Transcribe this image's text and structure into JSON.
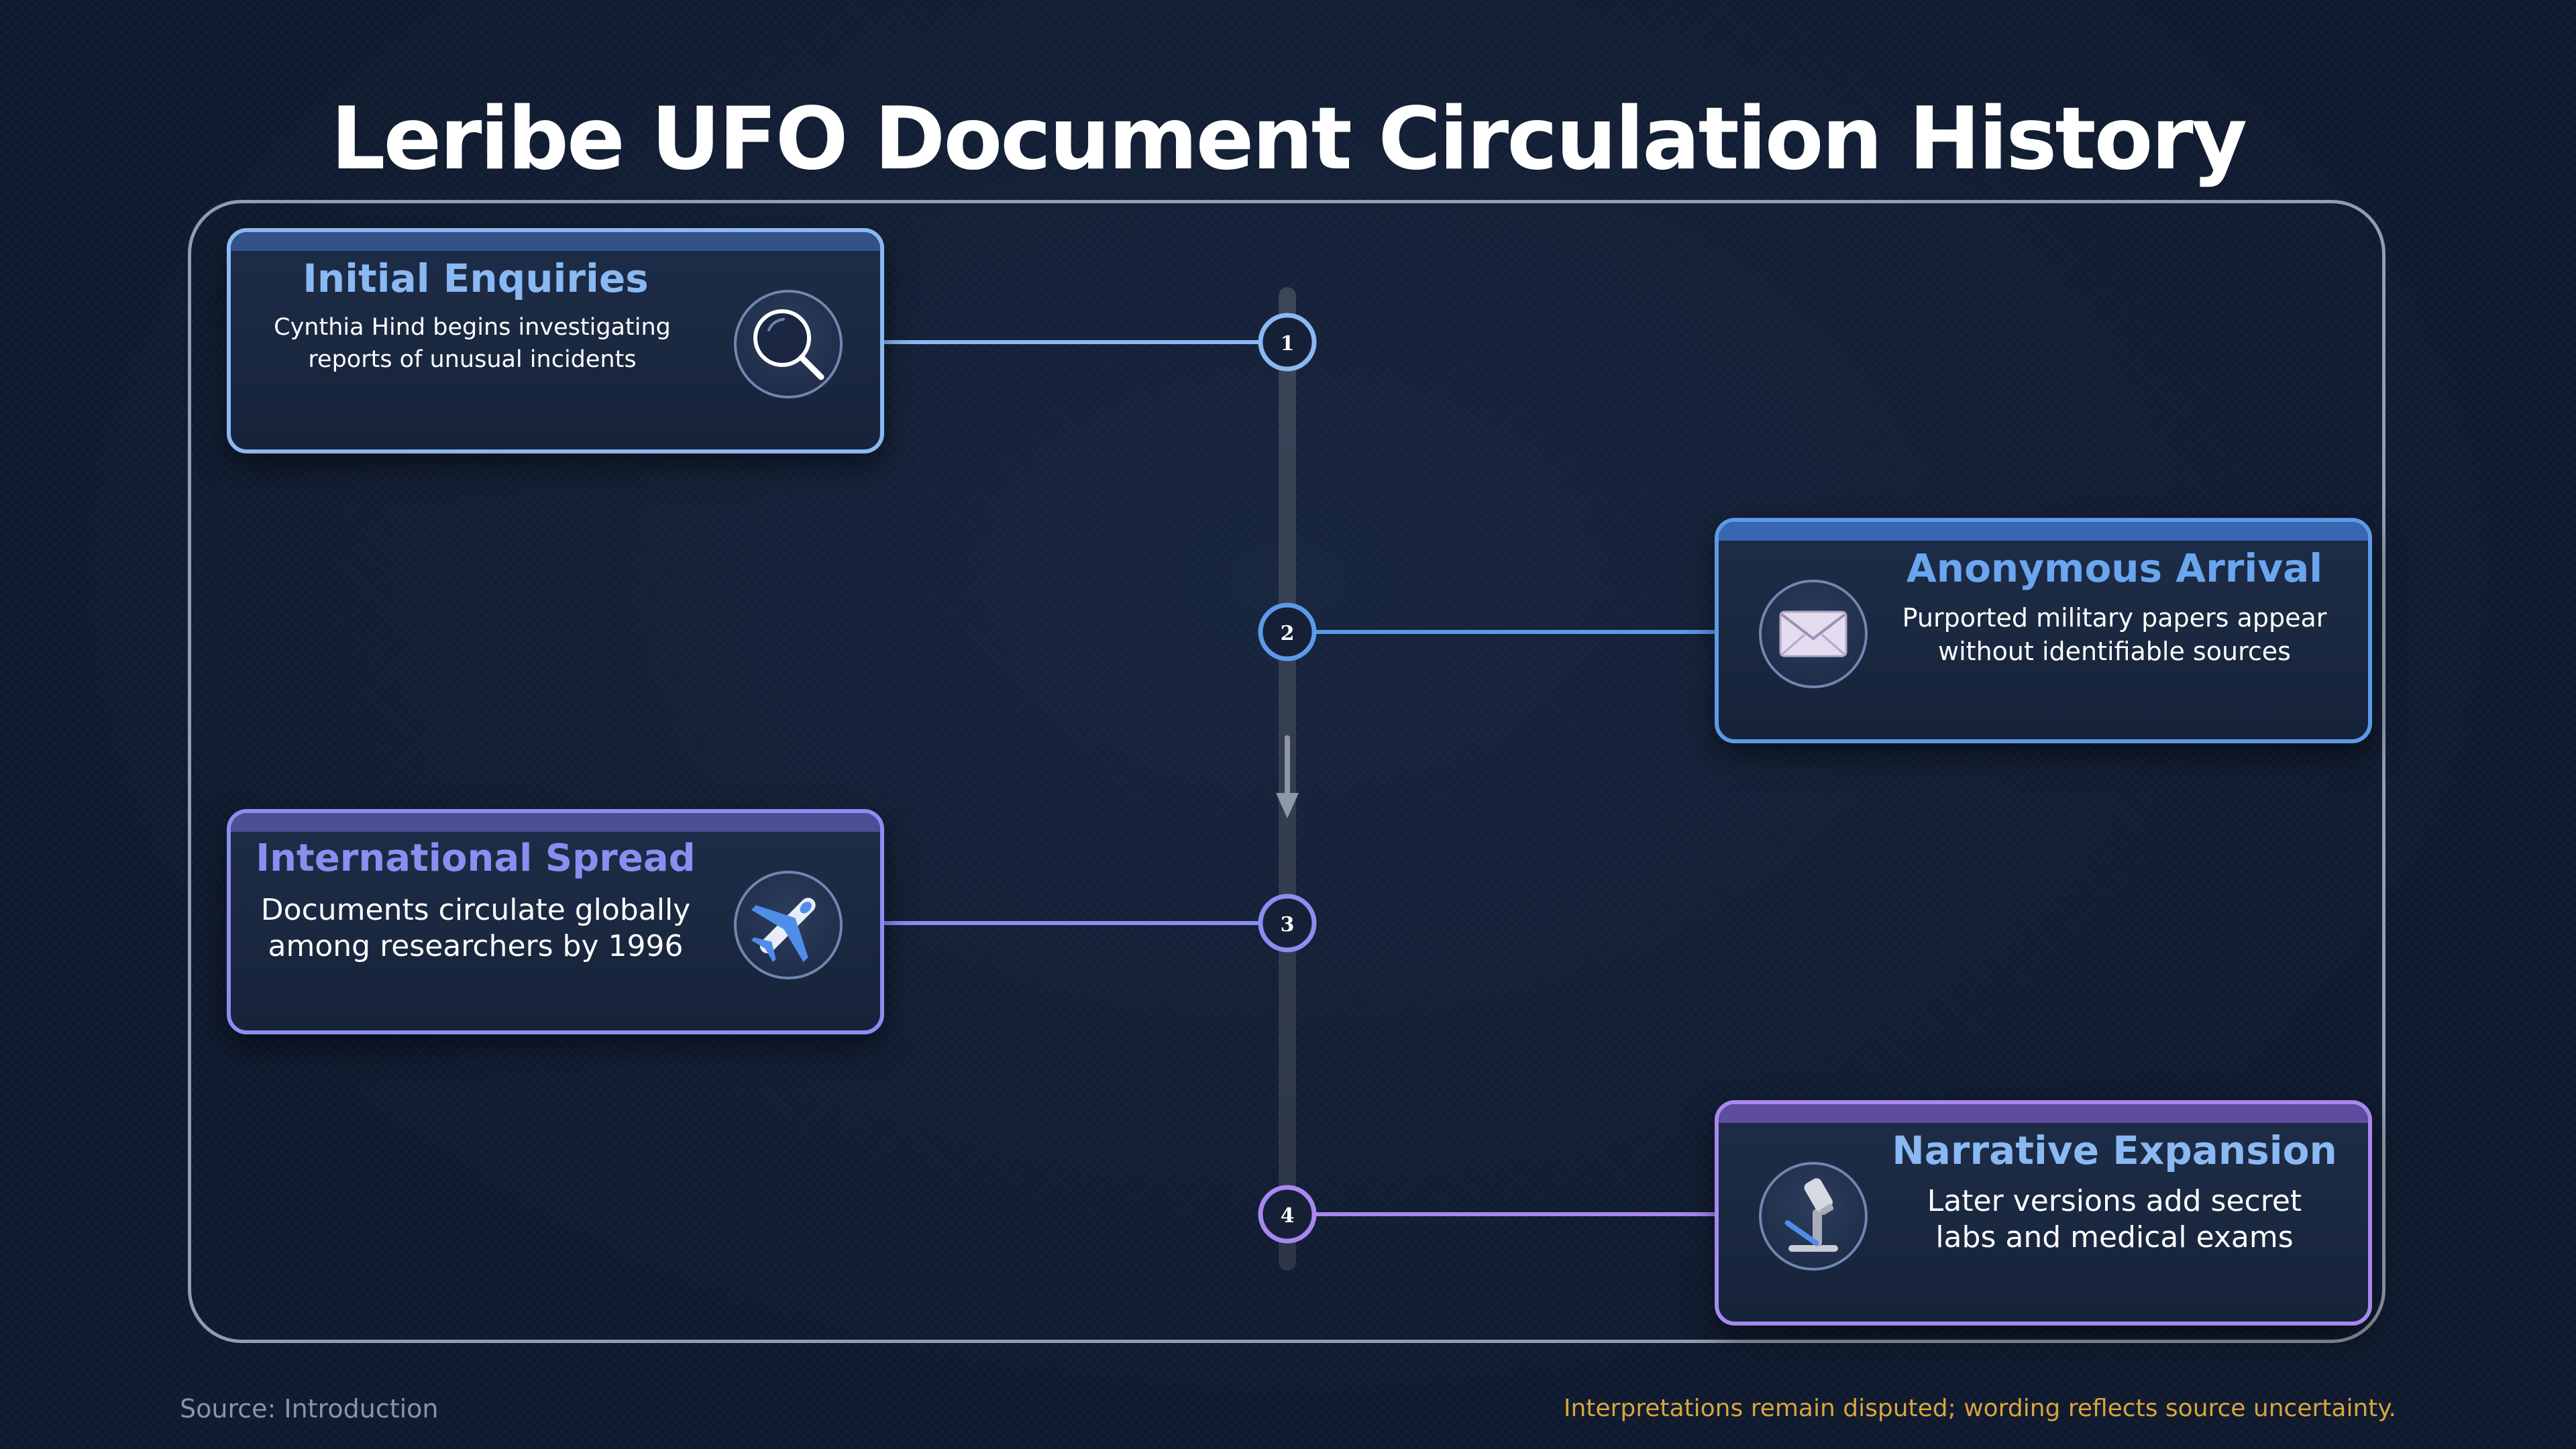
{
  "title": "Leribe UFO Document Circulation History",
  "events": [
    {
      "number": "1",
      "title": "Initial Enquiries",
      "description": "Cynthia Hind begins investigating\nreports of unusual incidents",
      "icon": "magnifying-glass-icon",
      "side": "left",
      "accent": "#8ab8f2",
      "title_color": "#8ab8f2"
    },
    {
      "number": "2",
      "title": "Anonymous Arrival",
      "description": "Purported military papers appear\nwithout identifiable sources",
      "icon": "envelope-icon",
      "side": "right",
      "accent": "#5c9ae8",
      "title_color": "#6aa6f0"
    },
    {
      "number": "3",
      "title": "International Spread",
      "description": "Documents circulate globally\namong researchers by 1996",
      "icon": "airplane-icon",
      "side": "left",
      "accent": "#8a8ef0",
      "title_color": "#8a8ef0"
    },
    {
      "number": "4",
      "title": "Narrative Expansion",
      "description": "Later versions add secret\nlabs and medical exams",
      "icon": "microscope-icon",
      "side": "right",
      "accent": "#a688f0",
      "title_color": "#8ab8f2"
    }
  ],
  "footer": {
    "source": "Source: Introduction",
    "note": "Interpretations remain disputed; wording reflects source uncertainty."
  }
}
